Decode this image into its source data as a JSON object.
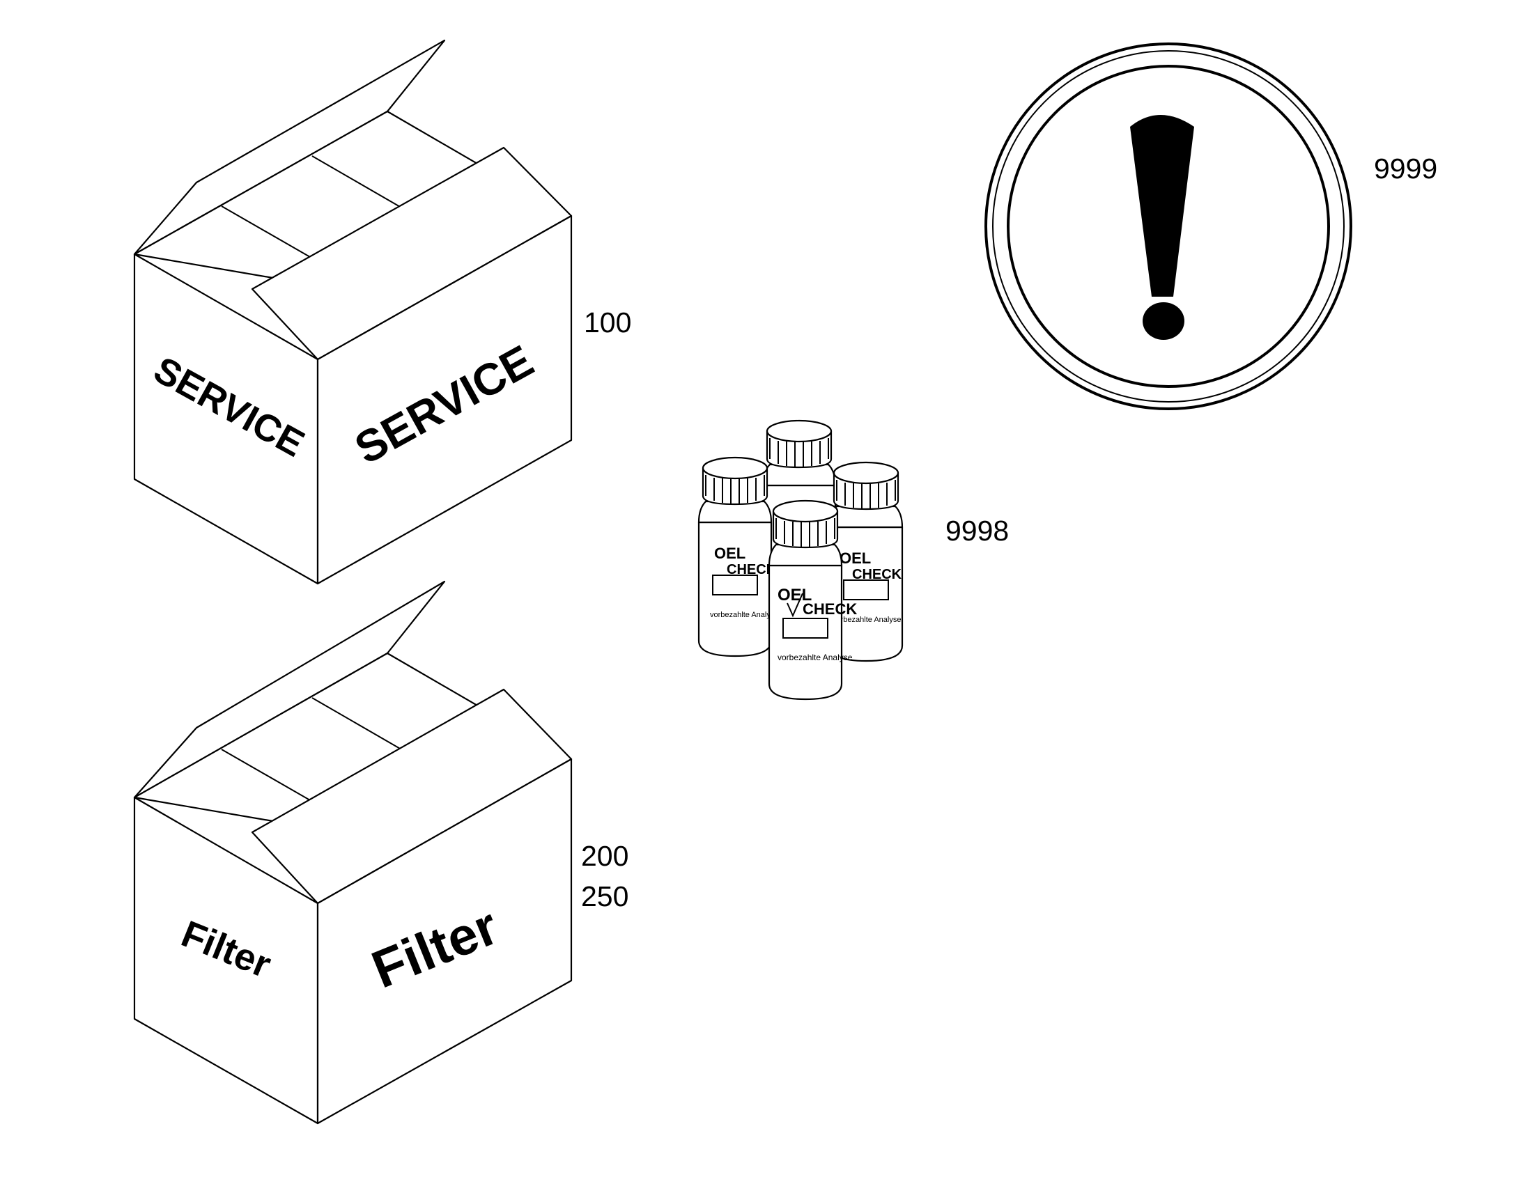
{
  "items": {
    "service_box": {
      "side_text": "SERVICE",
      "front_text": "SERVICE",
      "part_number": "100"
    },
    "filter_box": {
      "side_text": "Filter",
      "front_text": "Filter",
      "part_numbers": [
        "200",
        "250"
      ]
    },
    "sample_bottles": {
      "part_number": "9998",
      "brand_prefix": "OEL",
      "brand_main": "CHECK",
      "subtitle": "vorbezahlte Analyse"
    },
    "warning_sign": {
      "part_number": "9999",
      "icon": "exclamation-icon"
    }
  }
}
